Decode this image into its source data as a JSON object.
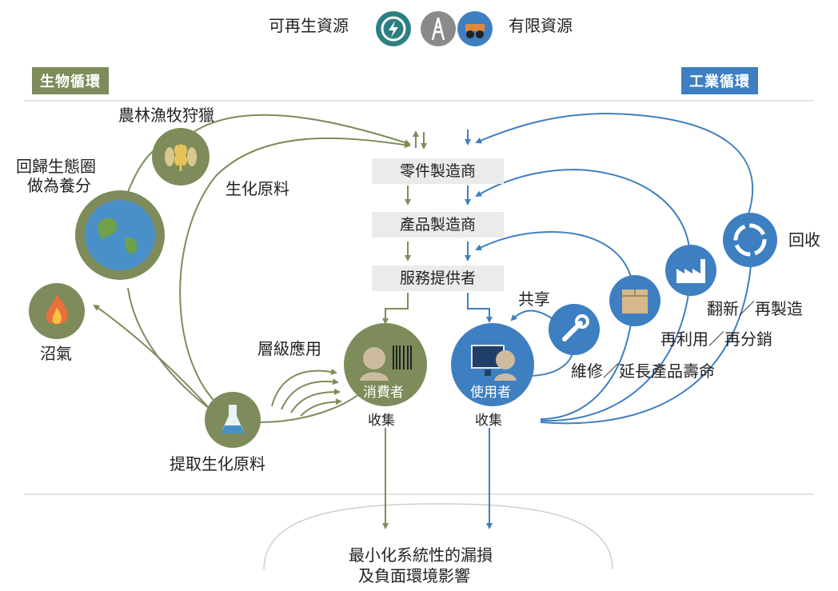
{
  "legend": {
    "renewable_label": "可再生資源",
    "finite_label": "有限資源",
    "renewable_icon": "lightning-icon",
    "finite_icons": [
      "oil-derrick-icon",
      "mining-truck-icon"
    ]
  },
  "headers": {
    "left": "生物循環",
    "right": "工業循環"
  },
  "bio": {
    "farming": "農林漁牧狩獵",
    "return_line1": "回歸生態圈",
    "return_line2": "做為養分",
    "biochem": "生化原料",
    "biogas": "沼氣",
    "cascade": "層級應用",
    "extract": "提取生化原料",
    "consumer": "消費者",
    "collect": "收集"
  },
  "chain": {
    "parts": "零件製造商",
    "product": "產品製造商",
    "service": "服務提供者"
  },
  "tech": {
    "user": "使用者",
    "collect": "收集",
    "share": "共享",
    "maintain": "維修／延長產品壽命",
    "reuse": "再利用／再分銷",
    "refurbish": "翻新／再製造",
    "recycle": "回收"
  },
  "bottom": {
    "line1": "最小化系統性的漏損",
    "line2": "及負面環境影響"
  },
  "colors": {
    "bio_green": "#7d8c5a",
    "bio_dark": "#5d6b40",
    "tech_blue": "#3e7fc1",
    "tech_dark": "#2f6aa6",
    "legend_teal": "#2c7f80",
    "box_grey": "#ebebeb",
    "globe_blue": "#4a90c8"
  }
}
